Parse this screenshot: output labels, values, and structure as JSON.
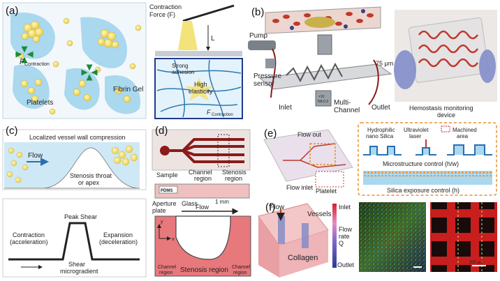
{
  "figure": {
    "panel_labels": [
      "(a)",
      "(b)",
      "(c)",
      "(d)",
      "(e)",
      "(f)"
    ],
    "a": {
      "contraction_force": "Contraction",
      "force_symbol": "Force (F)",
      "length_label": "L",
      "f_contraction": "F",
      "f_sub": "Contraction",
      "platelets": "Platelets",
      "fibrin_gel": "Fibrin Gel",
      "strong": "Strong",
      "adhesion": "adhesion",
      "high": "High",
      "elasticity": "elasticity",
      "f_contraction_2": "F",
      "f_sub_2": "Contraction"
    },
    "b": {
      "pump": "Pump",
      "pressure": "Pressure",
      "sensor": "sensor",
      "inlet": "Inlet",
      "multi": "Multi-",
      "channel": "Channel",
      "outlet": "Outlet",
      "size": "75 μm",
      "objective_mag": "×10",
      "objective_na": "NA 0.3",
      "device_caption": "Hemostasis monitoring",
      "device_caption_2": "device"
    },
    "c": {
      "title": "Localized vessel wall compression",
      "flow": "Flow",
      "stenosis": "Stenosis throat",
      "apex": "or apex",
      "peak_shear": "Peak Shear",
      "contraction": "Contraction",
      "acceleration": "(acceleration)",
      "expansion": "Expansion",
      "deceleration": "(deceleration)",
      "shear": "Shear",
      "microgradient": "microgradient"
    },
    "d": {
      "sample": "Sample",
      "channel": "Channel",
      "channel_region": "region",
      "stenosis": "Stenosis",
      "stenosis_region": "region",
      "pdms": "PDMS",
      "aperture": "Aperture",
      "glass": "Glass",
      "plate": "plate",
      "flow": "Flow",
      "scale": "1 mm",
      "ch_region_left": "Channel",
      "ch_region_left_2": "region",
      "stenosis_region_label": "Stenosis region",
      "ch_region_right": "Channel",
      "ch_region_right_2": "region",
      "axis_y": "y",
      "axis_x": "x"
    },
    "e": {
      "flow_out": "Flow out",
      "flow_inlet": "Flow inlet",
      "platelet": "Platelet",
      "hydrophilic": "Hydrophilic",
      "nano_silica": "nano Silica",
      "ultraviolet": "Ultraviolet",
      "laser": "laser",
      "machined": "Machined",
      "area": "area",
      "micro_ctrl": "Microstructure control (h/w)",
      "silica_ctrl": "Silica exposure control (h)"
    },
    "f": {
      "flow": "Flow",
      "vessels": "Vessels",
      "collagen": "Collagen",
      "inlet": "Inlet",
      "flow_rate": "Flow",
      "rate": "rate",
      "q": "Q",
      "outlet": "Outlet",
      "scale": "200 μm"
    }
  },
  "colors": {
    "cell_yellow": "#f4e27a",
    "gel_blue": "#a9d8ef",
    "pink_region": "#e7787c",
    "dark_red": "#8b1a1a",
    "orange_dash": "#e8902c"
  }
}
